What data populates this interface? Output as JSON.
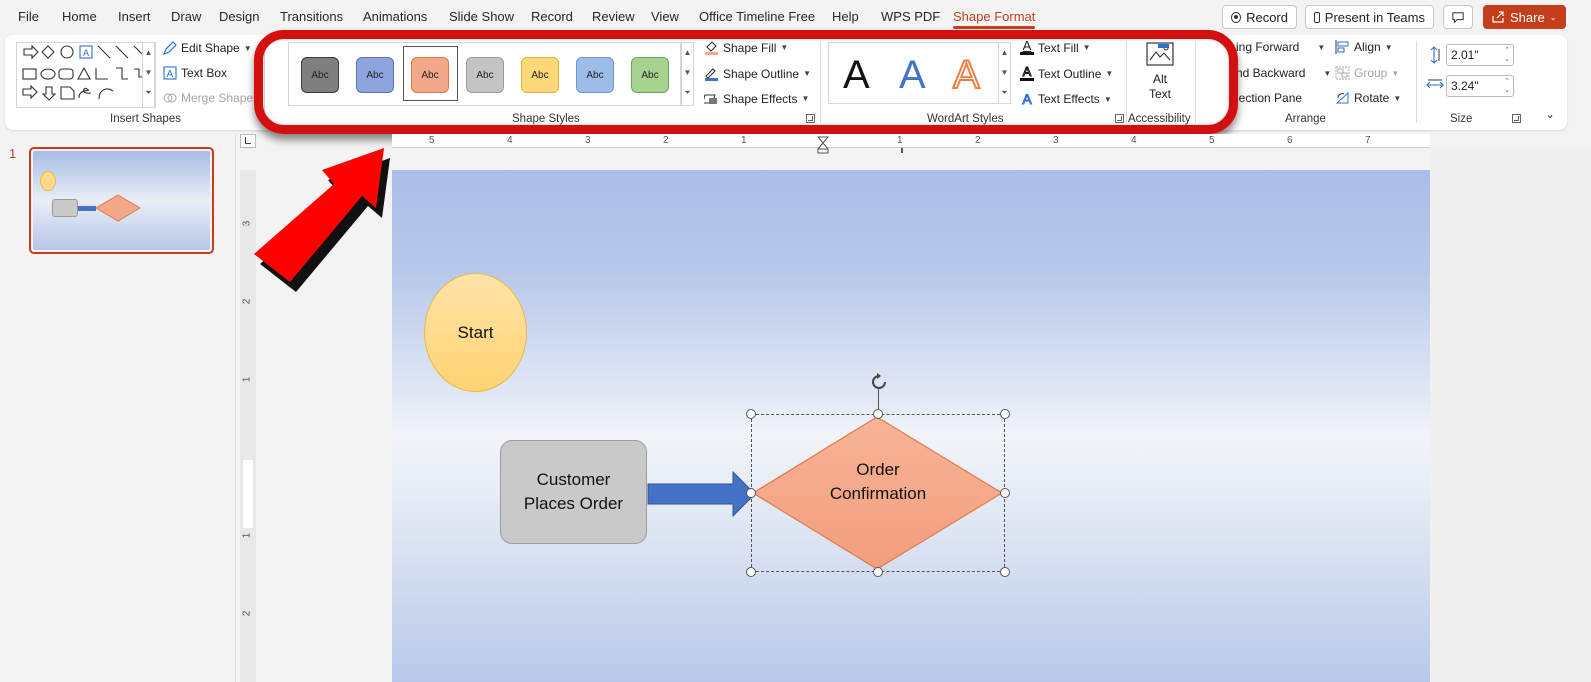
{
  "menu": {
    "tabs": [
      "File",
      "Home",
      "Insert",
      "Draw",
      "Design",
      "Transitions",
      "Animations",
      "Slide Show",
      "Record",
      "Review",
      "View",
      "Office Timeline Free",
      "Help",
      "WPS PDF",
      "Shape Format"
    ],
    "active_tab": "Shape Format",
    "record_label": "Record",
    "present_teams_label": "Present in Teams",
    "share_label": "Share"
  },
  "ribbon": {
    "insert_shapes": {
      "label": "Insert Shapes",
      "edit_shape": "Edit Shape",
      "text_box": "Text Box",
      "merge_shapes": "Merge Shapes"
    },
    "shape_styles": {
      "label": "Shape Styles",
      "tiles": [
        {
          "text": "Abc",
          "fill": "#7f7f7f",
          "border": "#3a3a3a"
        },
        {
          "text": "Abc",
          "fill": "#8ea4dc",
          "border": "#5a72b8"
        },
        {
          "text": "Abc",
          "fill": "#f4a88a",
          "border": "#d9784e"
        },
        {
          "text": "Abc",
          "fill": "#c4c4c4",
          "border": "#9a9a9a"
        },
        {
          "text": "Abc",
          "fill": "#ffd979",
          "border": "#e1b23c"
        },
        {
          "text": "Abc",
          "fill": "#9dbde8",
          "border": "#6f95cc"
        },
        {
          "text": "Abc",
          "fill": "#a7d18f",
          "border": "#6fa653"
        }
      ],
      "shape_fill": "Shape Fill",
      "shape_outline": "Shape Outline",
      "shape_effects": "Shape Effects"
    },
    "wordart": {
      "label": "WordArt Styles",
      "letter": "A",
      "text_fill": "Text Fill",
      "text_outline": "Text Outline",
      "text_effects": "Text Effects"
    },
    "accessibility": {
      "label": "Accessibility",
      "alt_text_line1": "Alt",
      "alt_text_line2": "Text"
    },
    "arrange": {
      "label": "Arrange",
      "bring_forward": "ing Forward",
      "send_backward": "nd Backward",
      "selection_pane": "lection Pane",
      "align": "Align",
      "group": "Group",
      "rotate": "Rotate"
    },
    "size": {
      "label": "Size",
      "height": "2.01\"",
      "width": "3.24\""
    }
  },
  "ruler": {
    "horizontal": [
      "5",
      "4",
      "3",
      "2",
      "1",
      "1",
      "2",
      "3",
      "4",
      "5",
      "6",
      "7"
    ],
    "vertical": [
      "3",
      "2",
      "1",
      "1",
      "2"
    ]
  },
  "thumbnails": {
    "slide_number": "1"
  },
  "slide": {
    "start_text": "Start",
    "process_text_line1": "Customer",
    "process_text_line2": "Places Order",
    "decision_text_line1": "Order",
    "decision_text_line2": "Confirmation"
  },
  "colors": {
    "accent": "#c43e1c",
    "highlight_red": "#d40f0f",
    "start_fill": "#ffd98a",
    "process_fill": "#c9c9c9",
    "decision_fill": "#f4a88a",
    "arrow_fill": "#4472c4"
  }
}
